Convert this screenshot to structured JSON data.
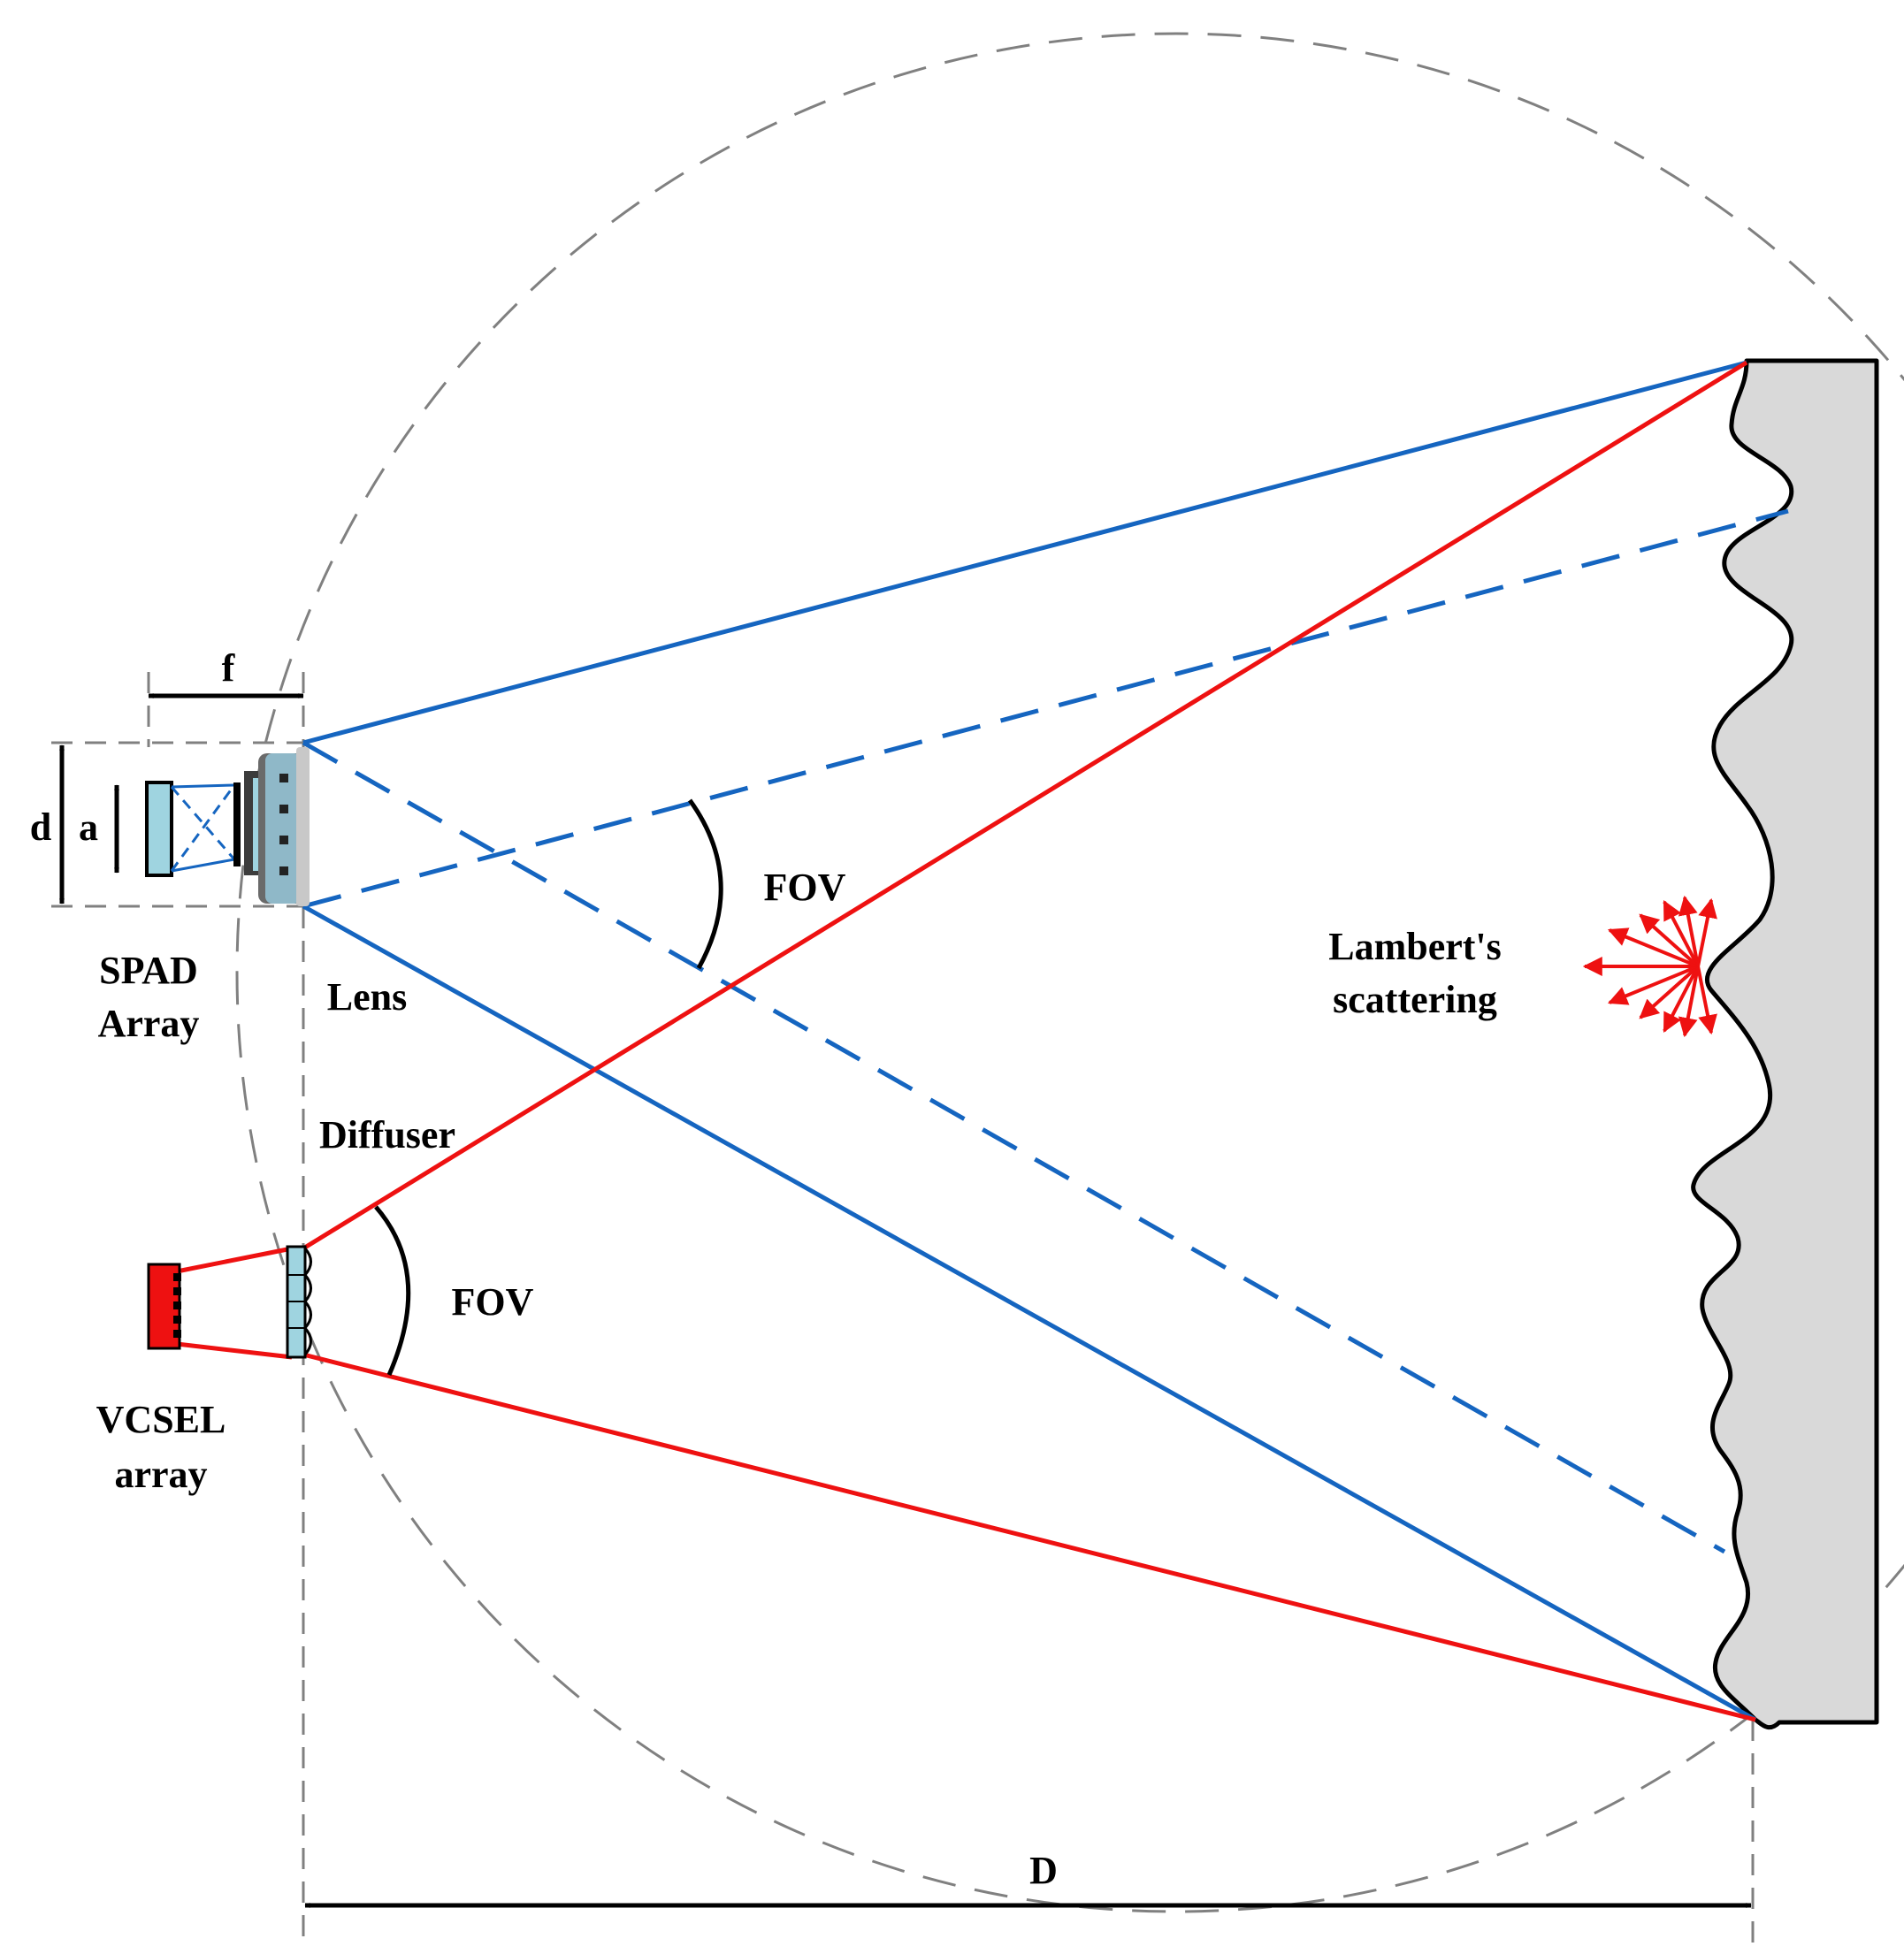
{
  "labels": {
    "f": "f",
    "d": "d",
    "a": "a",
    "spad_line1": "SPAD",
    "spad_line2": "Array",
    "lens": "Lens",
    "diffuser": "Diffuser",
    "fov_receiver": "FOV",
    "fov_emitter": "FOV",
    "vcsel_line1": "VCSEL",
    "vcsel_line2": "array",
    "lambert_line1": "Lambert's",
    "lambert_line2": "scattering",
    "distance": "D"
  },
  "colors": {
    "receiver_rays": "#1565c0",
    "emitter_rays": "#ee1111",
    "guide_lines": "#808080",
    "target_fill": "#d9d9d9",
    "outline": "#000000"
  }
}
